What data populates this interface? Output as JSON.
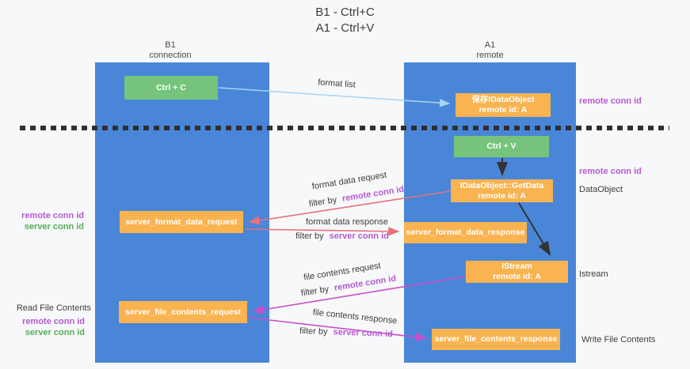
{
  "title": {
    "line1": "B1 - Ctrl+C",
    "line2": "A1 - Ctrl+V"
  },
  "columns": {
    "left": {
      "id": "B1",
      "role": "connection"
    },
    "right": {
      "id": "A1",
      "role": "remote"
    }
  },
  "boxes": {
    "ctrl_c": {
      "label": "Ctrl + C"
    },
    "saved_dataobject": {
      "line1": "保存IDataObject",
      "line2": "remote id: A"
    },
    "ctrl_v": {
      "label": "Ctrl + V"
    },
    "getdata": {
      "line1": "IDataObject::GetData",
      "line2": "remote id: A"
    },
    "format_request": {
      "label": "server_format_data_request"
    },
    "format_response": {
      "label": "server_format_data_response"
    },
    "istream": {
      "line1": "IStream",
      "line2": "remote id: A"
    },
    "file_request": {
      "label": "server_file_contents_request"
    },
    "file_response": {
      "label": "server_file_contents_response"
    }
  },
  "arrow_labels": {
    "format_list": "format list",
    "format_data_request": {
      "text": "format data request",
      "filter_prefix": "filter by",
      "filter_key": "remote conn id"
    },
    "format_data_response": {
      "text": "format data response",
      "filter_prefix": "filter by",
      "filter_key": "server conn id"
    },
    "file_contents_request": {
      "text": "file contents request",
      "filter_prefix": "filter by",
      "filter_key": "remote conn id"
    },
    "file_contents_response": {
      "text": "file contents response",
      "filter_prefix": "filter by",
      "filter_key": "server conn id"
    }
  },
  "side_labels": {
    "right_remote_conn_top": "remote conn id",
    "right_remote_conn_mid": "remote conn id",
    "dataobject": "DataObject",
    "istream": "Istream",
    "write_file": "Write File Contents",
    "read_file": "Read File Contents",
    "left_format": {
      "line1": "remote conn id",
      "line2": "server conn id"
    },
    "left_file": {
      "line1": "remote conn id",
      "line2": "server conn id"
    }
  },
  "colors": {
    "column_blue": "#4a86d8",
    "box_orange": "#f9b350",
    "box_green": "#76c47c",
    "arrow_blue": "#a9d4f2",
    "arrow_red": "#e67079",
    "arrow_magenta": "#cb4ecb",
    "arrow_black": "#333333",
    "label_purple": "#b45bd1",
    "label_green": "#54ae57"
  }
}
